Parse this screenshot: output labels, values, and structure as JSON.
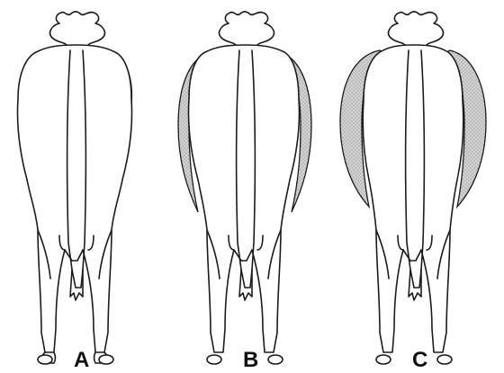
{
  "colors": {
    "line": "#1c1c1c",
    "shading": "#c8c8c8",
    "background": "#ffffff"
  },
  "panels": [
    {
      "label": "A",
      "fat_cover": 0.0
    },
    {
      "label": "B",
      "fat_cover": 0.6
    },
    {
      "label": "C",
      "fat_cover": 1.0
    }
  ]
}
